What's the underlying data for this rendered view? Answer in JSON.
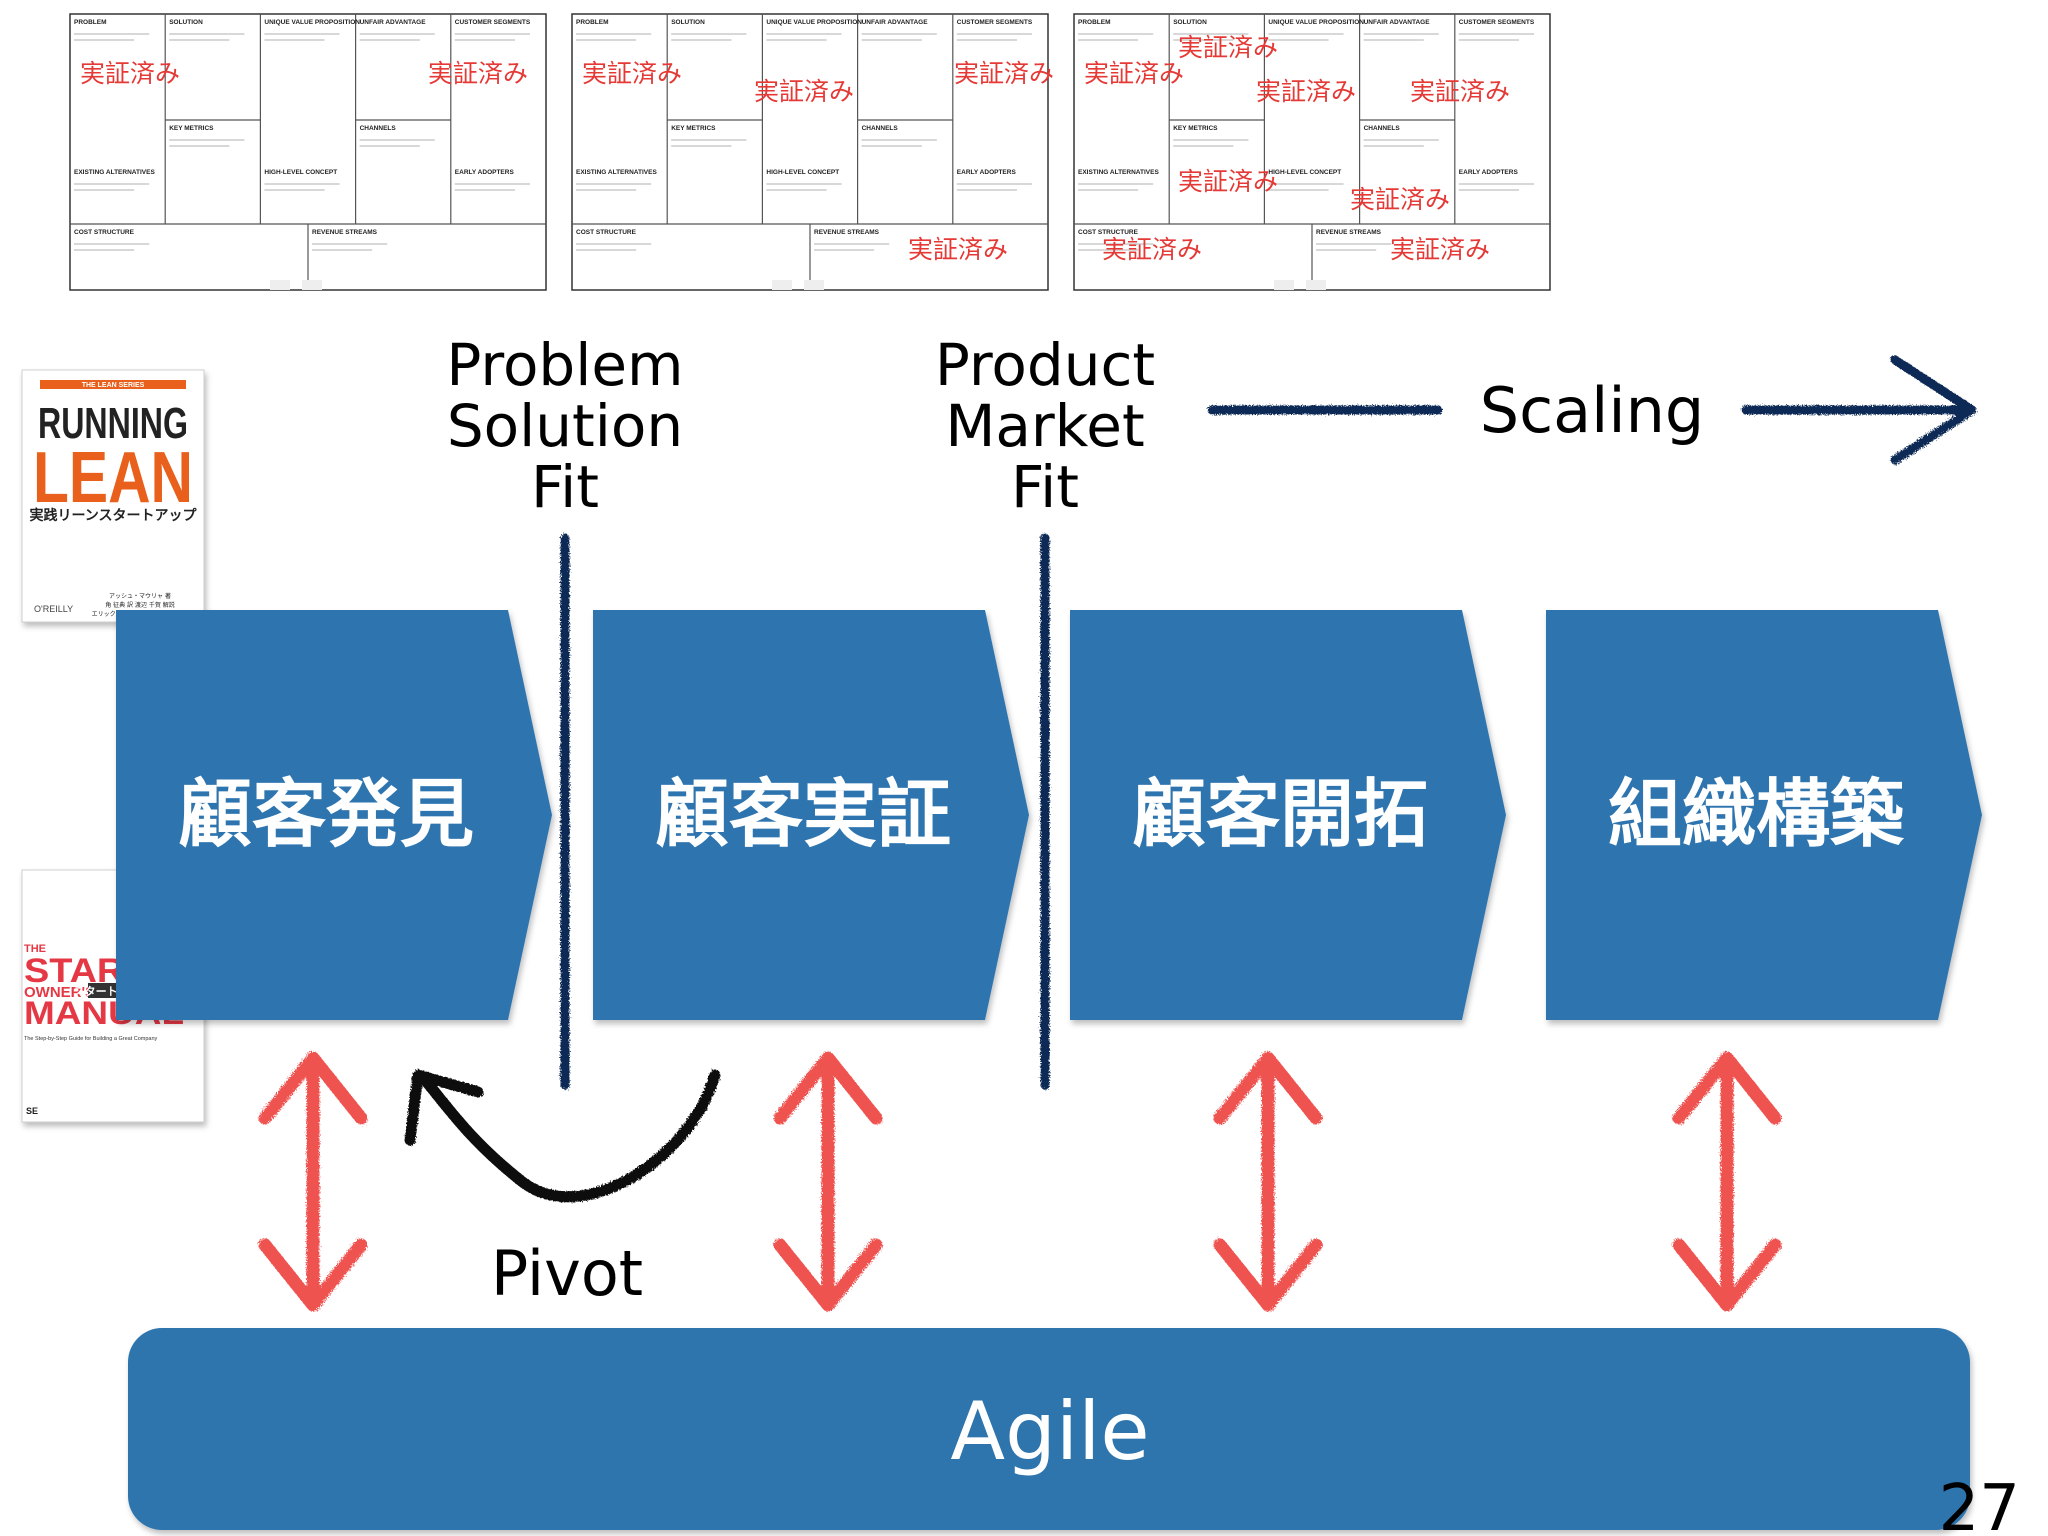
{
  "lean_canvases": {
    "headers": {
      "problem": "PROBLEM",
      "solution": "SOLUTION",
      "uvp": "UNIQUE VALUE PROPOSITION",
      "unfair": "UNFAIR ADVANTAGE",
      "segments": "CUSTOMER SEGMENTS",
      "metrics": "KEY METRICS",
      "channels": "CHANNELS",
      "alternatives": "EXISTING ALTERNATIVES",
      "concept": "HIGH-LEVEL CONCEPT",
      "adopters": "EARLY ADOPTERS",
      "cost": "COST STRUCTURE",
      "revenue": "REVENUE STREAMS"
    },
    "validated_label": "実証済み"
  },
  "books": {
    "running_lean": {
      "series": "THE LEAN SERIES",
      "title_line1": "RUNNING",
      "title_line2": "LEAN",
      "subtitle": "実践リーンスタートアップ",
      "authors": "アッシュ・マウリャ 著\n角 征典 訳  渡辺 千賀 解説\nエリック・リース シリーズエディタ",
      "publisher": "O'REILLY"
    },
    "startup_manual": {
      "title_small": "THE",
      "title_line1": "STARTUP",
      "title_line2": "OWNER'S",
      "title_line3": "MANUAL",
      "subtitle_ja": "スタートアップ・マニュアル",
      "tagline": "The Step-by-Step Guide for Building a Great Company",
      "publisher": "SE"
    }
  },
  "milestones": {
    "psf": "Problem\nSolution\nFit",
    "pmf": "Product\nMarket\nFit",
    "scaling": "Scaling"
  },
  "stages": [
    "顧客発見",
    "顧客実証",
    "顧客開拓",
    "組織構築"
  ],
  "pivot_label": "Pivot",
  "agile_label": "Agile",
  "page_number": "27",
  "colors": {
    "stage_blue": "#2e75b0",
    "agile_blue": "#2d74ae",
    "navy": "#0e2a56",
    "arrow_red": "#ef5350",
    "validated_red": "#e53935",
    "book_orange": "#e8601c",
    "book_red": "#e53945"
  }
}
